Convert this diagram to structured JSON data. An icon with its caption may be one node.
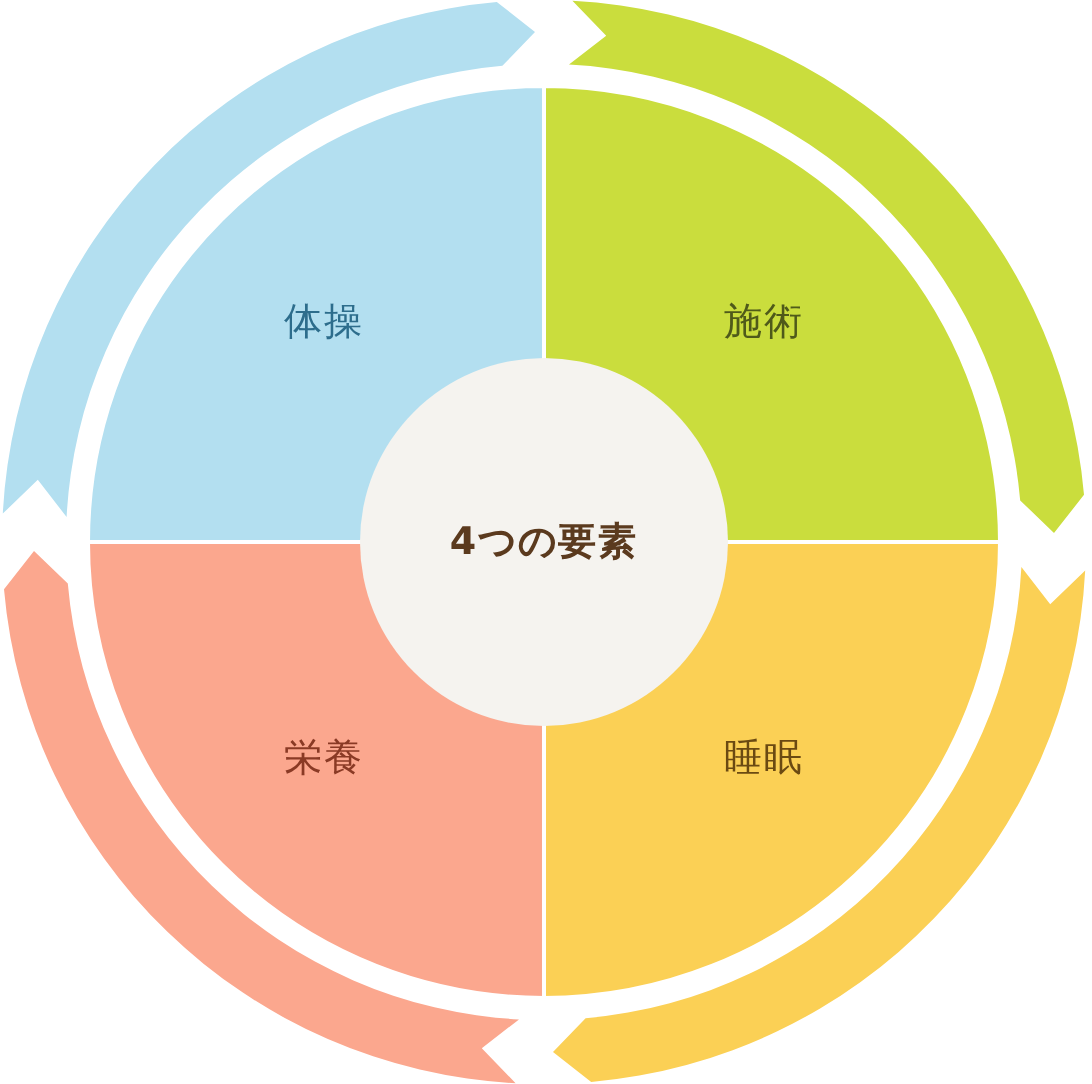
{
  "diagram": {
    "nodes": [
      {
        "text": [
          "体操"
        ]
      },
      {
        "text": [
          "施術"
        ]
      },
      {
        "text": [
          "4つの要素"
        ]
      },
      {
        "text": [
          "栄養"
        ]
      },
      {
        "text": [
          "睡眠"
        ]
      }
    ],
    "edges": [
      {
        "from": 0,
        "to": 1,
        "arrow": "to",
        "color": "#b3dff0"
      },
      {
        "from": 1,
        "to": 4,
        "arrow": "to",
        "color": "#cadd3d"
      },
      {
        "from": 4,
        "to": 3,
        "arrow": "to",
        "color": "#fbd055"
      },
      {
        "from": 3,
        "to": 0,
        "arrow": "to",
        "color": "#fba78e"
      }
    ]
  }
}
